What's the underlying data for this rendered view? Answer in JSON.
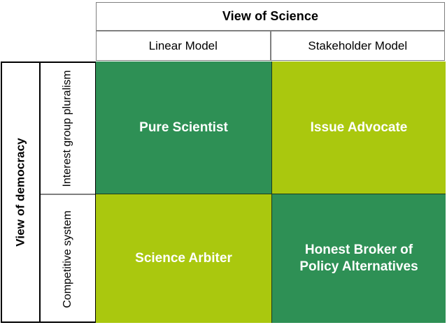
{
  "column_axis": {
    "title": "View of Science",
    "categories": [
      "Linear Model",
      "Stakeholder Model"
    ]
  },
  "row_axis": {
    "title": "View of democracy",
    "categories": [
      "Interest group\npluralism",
      "Competitive\nsystem"
    ]
  },
  "colors": {
    "dark_green": "#2e9055",
    "yellow_green": "#aac80e",
    "cell_text": "#ffffff",
    "header_border": "#7f7f7f",
    "outer_border": "#000000",
    "page_background": "#ffffff"
  },
  "quadrants": {
    "top_left": {
      "label": "Pure Scientist",
      "row": "Interest group pluralism",
      "column": "Linear Model",
      "fill": "#2e9055"
    },
    "top_right": {
      "label": "Issue Advocate",
      "row": "Interest group pluralism",
      "column": "Stakeholder Model",
      "fill": "#aac80e"
    },
    "bottom_left": {
      "label": "Science Arbiter",
      "row": "Competitive system",
      "column": "Linear Model",
      "fill": "#aac80e"
    },
    "bottom_right": {
      "label": "Honest Broker of\nPolicy Alternatives",
      "row": "Competitive system",
      "column": "Stakeholder Model",
      "fill": "#2e9055"
    }
  }
}
